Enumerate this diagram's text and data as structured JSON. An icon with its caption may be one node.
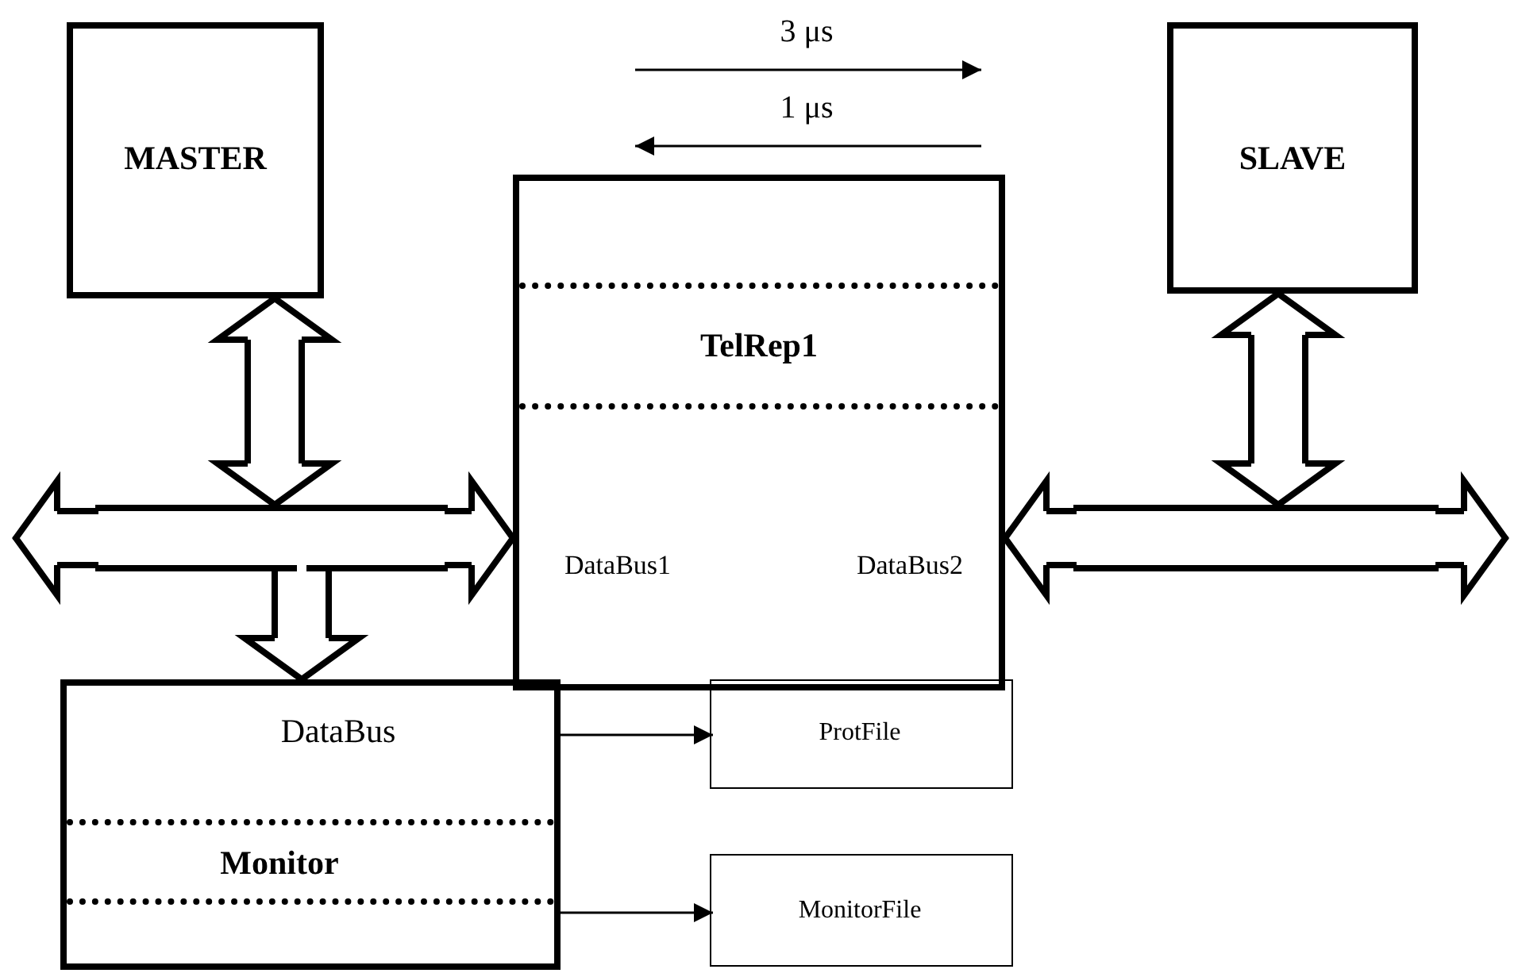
{
  "diagram": {
    "nodes": [
      {
        "text": [
          "MASTER"
        ]
      },
      {
        "text": [
          "TelRep1",
          "DataBus1",
          "DataBus2"
        ]
      },
      {
        "text": [
          "SLAVE"
        ]
      },
      {
        "text": [],
        "shape": "bar"
      },
      {
        "text": [],
        "shape": "bar"
      },
      {
        "text": [
          "DataBus",
          "Monitor"
        ]
      },
      {
        "text": [
          "ProtFile"
        ]
      },
      {
        "text": [
          "MonitorFile"
        ]
      }
    ],
    "edges": [
      {
        "from": 0,
        "to": 3,
        "arrow": "both"
      },
      {
        "from": 3,
        "to": null,
        "arrow": "to"
      },
      {
        "from": 3,
        "to": 1,
        "arrow": "to"
      },
      {
        "from": 3,
        "to": 5,
        "arrow": "to"
      },
      {
        "from": 2,
        "to": 4,
        "arrow": "both"
      },
      {
        "from": 4,
        "to": 1,
        "arrow": "to"
      },
      {
        "from": 4,
        "to": null,
        "arrow": "to"
      },
      {
        "from": 5,
        "to": 6,
        "arrow": "to"
      },
      {
        "from": 5,
        "to": 7,
        "arrow": "to"
      }
    ],
    "labels": [
      "3 μs",
      "1 μs"
    ]
  }
}
